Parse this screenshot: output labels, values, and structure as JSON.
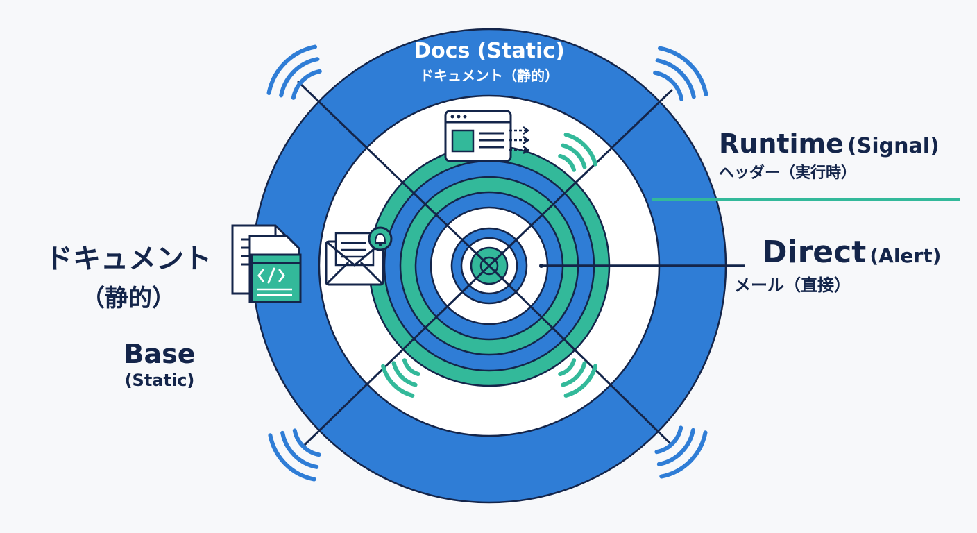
{
  "colors": {
    "blue": "#2f7dd6",
    "teal": "#33b99a",
    "navy": "#14254a",
    "white": "#ffffff",
    "background": "#f7f8fa"
  },
  "labels": {
    "docs_en": "Docs (Static)",
    "docs_jp": "ドキュメント（静的）",
    "runtime_en": "Runtime",
    "runtime_paren": "(Signal)",
    "runtime_jp": "ヘッダー（実行時）",
    "direct_en": "Direct",
    "direct_paren": "(Alert)",
    "direct_jp": "メール（直接）",
    "left_jp_line1": "ドキュメント",
    "left_jp_line2": "（静的）",
    "base_en": "Base",
    "base_paren": "(Static)"
  },
  "icons": [
    "browser-window-icon",
    "document-code-icon",
    "envelope-bell-icon"
  ]
}
